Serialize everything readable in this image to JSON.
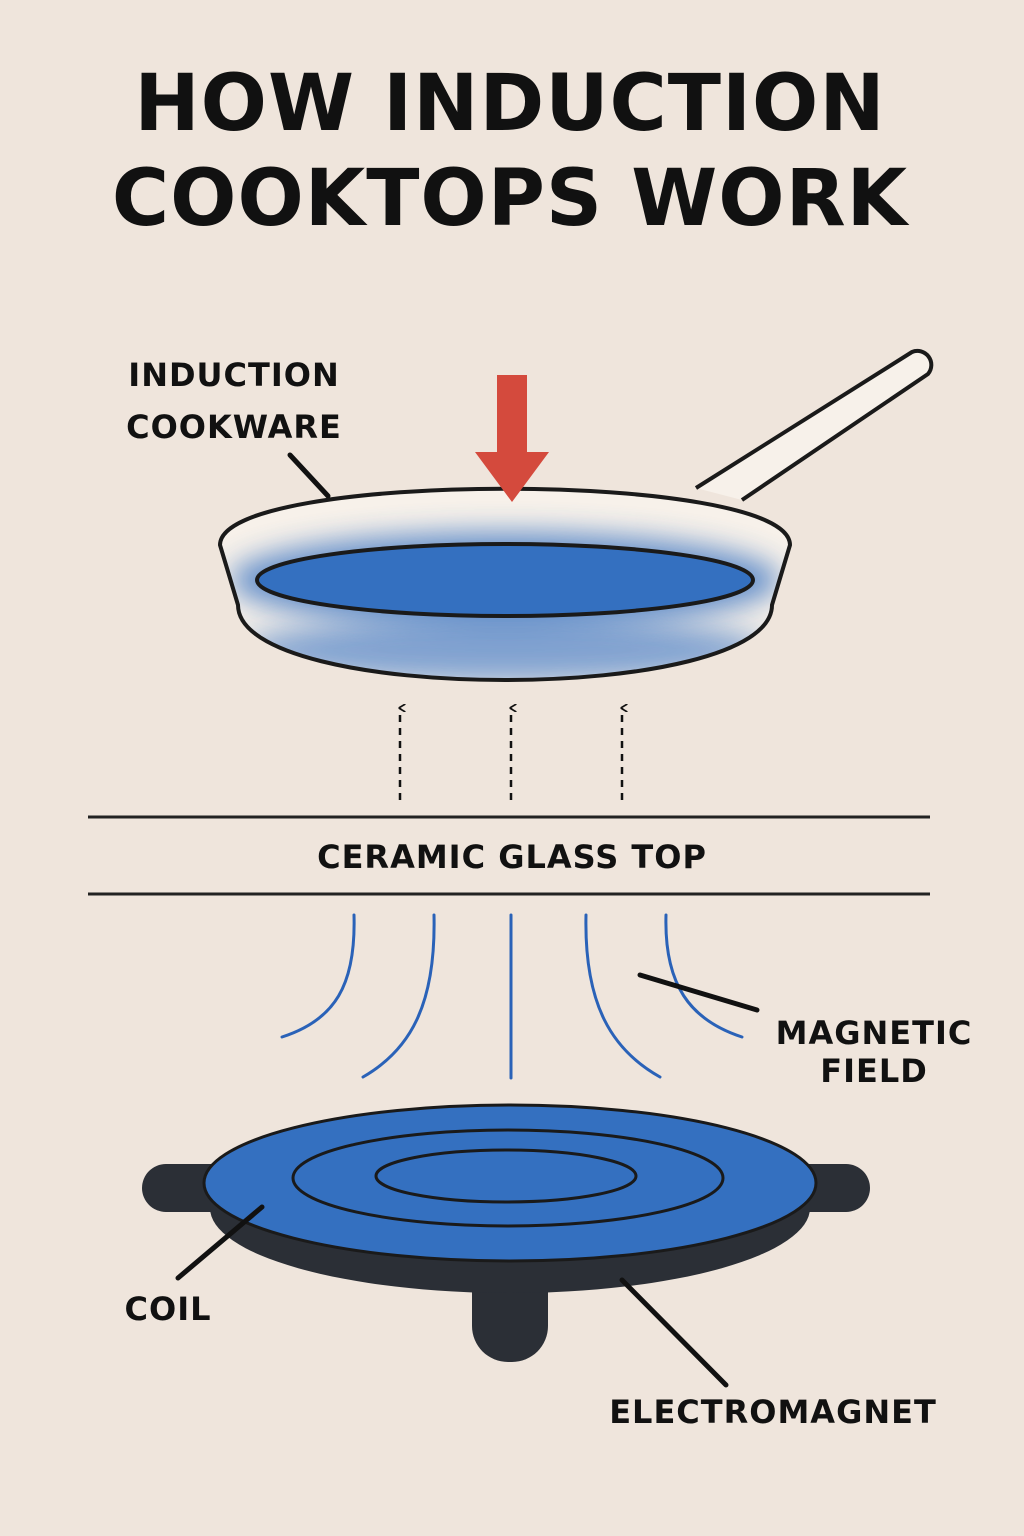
{
  "title": {
    "line1": "HOW INDUCTION",
    "line2": "COOKTOPS WORK"
  },
  "labels": {
    "cookware": {
      "line1": "INDUCTION",
      "line2": "COOKWARE"
    },
    "glass_top": "CERAMIC GLASS TOP",
    "magnetic_field": {
      "line1": "MAGNETIC",
      "line2": "FIELD"
    },
    "coil": "COIL",
    "electromagnet": "ELECTROMAGNET"
  },
  "colors": {
    "background": "#efe5dc",
    "ink": "#111111",
    "heat_blue": "#3470c0",
    "field_blue": "#2a62b8",
    "arrow_red": "#d44a3d",
    "electromagnet_base": "#2b2f36"
  }
}
